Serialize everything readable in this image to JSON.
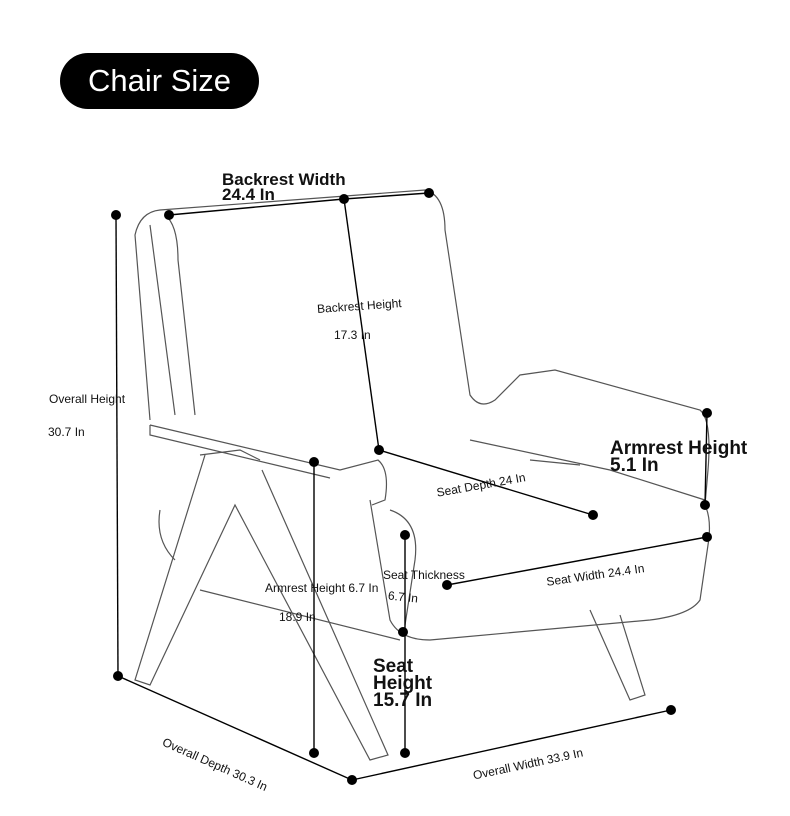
{
  "title": "Chair Size",
  "dimensions": {
    "backrest_width": {
      "label": "Backrest Width",
      "value": "24.4 In"
    },
    "backrest_height": {
      "label": "Backrest Height",
      "value": "17.3 In"
    },
    "overall_height": {
      "label": "Overall Height",
      "value": "30.7 In"
    },
    "armrest_height_right": {
      "label": "Armrest Height",
      "value": "5.1 In"
    },
    "seat_depth": {
      "label": "Seat Depth 24 In"
    },
    "seat_thickness": {
      "label": "Seat Thickness",
      "value": "6.7 In"
    },
    "seat_width": {
      "label": "Seat Width 24.4 In"
    },
    "armrest_height_left": {
      "label": "Armrest Height 6.7 In",
      "value": "18.9 In"
    },
    "seat_height": {
      "label": "Seat Height",
      "value": "15.7 In"
    },
    "overall_depth": {
      "label": "Overall Depth 30.3 In"
    },
    "overall_width": {
      "label": "Overall Width 33.9 In"
    }
  }
}
